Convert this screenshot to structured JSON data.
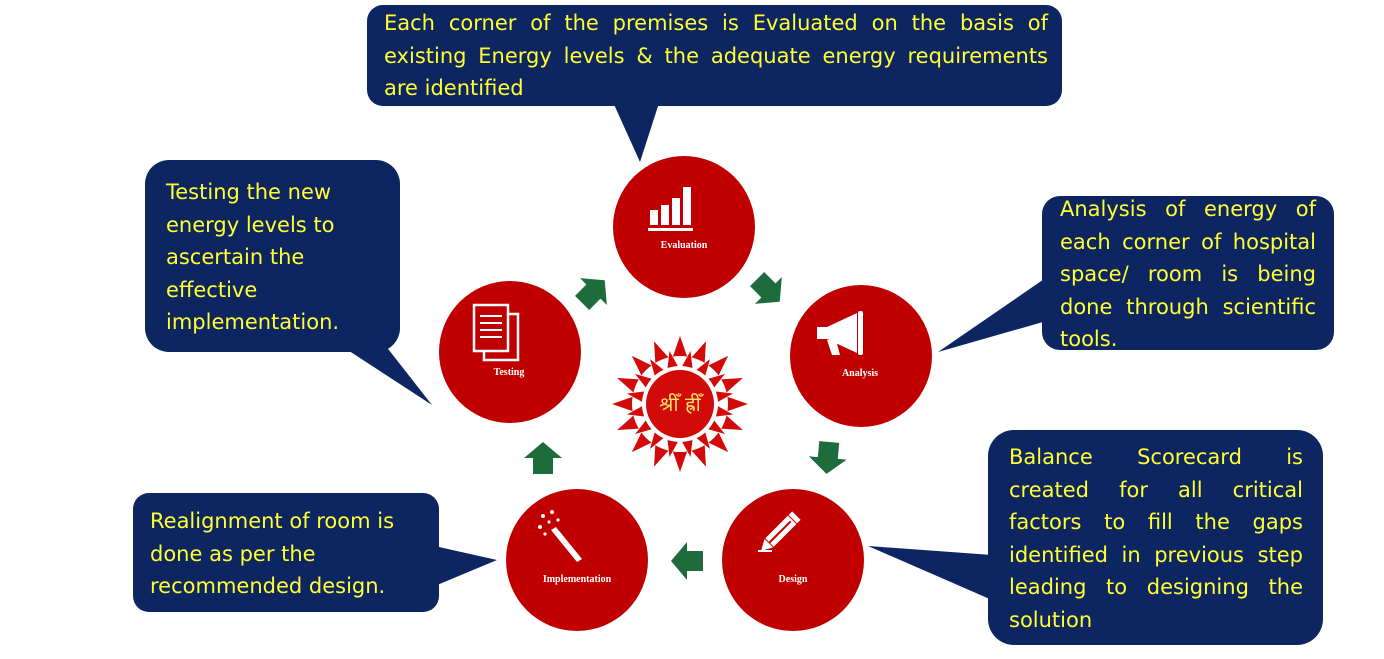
{
  "colors": {
    "callout_fill": "#0d2560",
    "callout_text": "#ffff33",
    "node_fill": "#c00000",
    "arrow_fill": "#1e6b3c",
    "mandala_red": "#d20a0a",
    "logo_text": "#ffe066"
  },
  "center_logo": {
    "icon": "mandala-logo",
    "text": "श्रीँ ह्रीँ"
  },
  "nodes": [
    {
      "label": "Evaluation",
      "icon": "bar-chart-icon"
    },
    {
      "label": "Analysis",
      "icon": "megaphone-icon"
    },
    {
      "label": "Design",
      "icon": "pencil-icon"
    },
    {
      "label": "Implementation",
      "icon": "magic-wand-icon"
    },
    {
      "label": "Testing",
      "icon": "documents-icon"
    }
  ],
  "callouts": {
    "evaluation": "Each corner of the premises is Evaluated on the basis of existing Energy levels & the adequate energy requirements are identified",
    "analysis": "Analysis of energy of each corner of hospital space/ room is being done through scientific tools.",
    "design": "Balance Scorecard is created for all critical factors to fill the gaps identified in previous step leading to designing the solution",
    "implementation": "Realignment of room is done as per the recommended design.",
    "testing": "Testing the new energy levels to ascertain the effective implementation."
  }
}
